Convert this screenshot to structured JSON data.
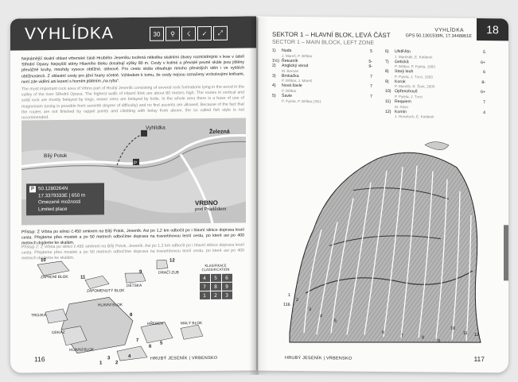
{
  "left": {
    "title": "VYHLÍDKA",
    "badges": [
      "30",
      "⚲",
      "☇",
      "✓",
      "⤢"
    ],
    "para_cz": "Nejnámější skalní oblast vrbenské části Hrubého Jeseníku tvořená několika skalními útvary rozmístěnými v lese v údolí Střední Opavy. Nejvyšší stěny Hlavního bloku dosahují výšky 80 m. Cesty v kolmé a převislé pevné skále jsou jištěny převážně kruhy, mnohdy vysoce obtížné, stěnové. Pro cestu skála obsahuje mnoho převislých stěn i ve vyšších obtížnostech. Z oblastní cesty pro jižní hrany včetně. Vzhledem k tomu, že cesty nejsou označeny vrcholovými knihami, není zde vidění ani lezení s horním jištěním „na rybu“.",
    "para_en": "The most important rock area of Vrbno part of Hrubý Jeseník consisting of several rock formations lying in the wood in the valley of the river Střední Opava. The highest walls of Hlavní blok are about 80 meters high. The routes in vertical and solid rock are mostly belayed by rings, newer ones are belayed by bolts. In the whole area there is a base of use of magnesium (using is possible from seventh degree of difficulty) and no first ascents are allowed. Because of the fact that the routes are not finished by rappel points and climbing with belay from above, the so called fish style is not recommended.",
    "map": {
      "labels": [
        "Vyhlídka",
        "Železná",
        "Bílý Potok",
        "VRBNO",
        "pod Pradědem"
      ],
      "coord": [
        "50.1280264N",
        "17.3379333E | 650 m",
        "Omezené možnosti",
        "Limited place"
      ]
    },
    "approach_cz": "Přístup: Z Vrbna po silnici č.450 směrem na Bílý Potok, Jeseník. Asi po 1,2 km odbočit po i hlavní silnice doprava lesní cesta. Přejdeme přes mostek a po 50 metrech odbočíme doprava na travertinovou lesní cestu, po které asi po 400 metrech dojdeme ke skalám.",
    "approach_en": "Přístup 2: Z Vrbna po silnici č.450 směrem na Bílý Potok, Jeseník. Asi po 1,2 km odbočit po i hlavní silnice doprava lesní cesta. Přejdeme přes mostek a po 50 metrech odbočíme doprava na travertinovou lesní cestu, po které asi po 400 metrech dojdeme ke skalám.",
    "diagram_labels": [
      "ZÁPADNÍ BLOK",
      "ZAPOMENUTÝ BLOK",
      "DĚTSKÁ",
      "DRAČÍ ZUB",
      "HLAVNÍ BLOK",
      "TROJKA",
      "ODKAZ",
      "HŘEBEN",
      "MALÝ BLOK",
      "HLAVNÍ BLOK"
    ],
    "diagram_numbers": [
      "10",
      "11",
      "9",
      "12",
      "8",
      "7",
      "6",
      "5",
      "4",
      "3",
      "2",
      "1"
    ],
    "legend_title": "KLASIFIKACE CLASSIFICATION",
    "legend_grid": [
      "4",
      "5",
      "6",
      "7",
      "8",
      "9",
      "1",
      "2",
      "3"
    ],
    "page_number": "116",
    "footer": "HRUBÝ JESENÍK | VRBENSKO"
  },
  "right": {
    "header_label": "VYHLÍDKA",
    "gps": "GPS 50.1301539N, 17.3448961E",
    "page_box": "18",
    "sector_cz": "SEKTOR 1 – HLAVNÍ BLOK, LEVÁ ČÁST",
    "sector_en": "SECTOR 1 – MAIN BLOCK, LEFT ZONE",
    "routes_left": [
      {
        "n": "1)",
        "name": "Nuda",
        "grade": "5",
        "auth": "J. Mareš, P. Bělbar"
      },
      {
        "n": "1½)",
        "name": "Řetozník",
        "grade": "5-",
        "auth": ""
      },
      {
        "n": "2)",
        "name": "Anglický vkrod",
        "grade": "9-",
        "auth": "M. Bernan"
      },
      {
        "n": "3)",
        "name": "Brnkačka",
        "grade": "7",
        "auth": "P. Bělbar, J. Mareš"
      },
      {
        "n": "4)",
        "name": "Nová šavle",
        "grade": "7",
        "auth": "P. Bělbar"
      },
      {
        "n": "5)",
        "name": "Šavle",
        "grade": "7",
        "auth": "P. Pylela, P. Bělbar,1951"
      }
    ],
    "routes_right": [
      {
        "n": "6)",
        "name": "UNIFÁto",
        "grade": "5",
        "auth": "J. Martinák, E. Kotlárek"
      },
      {
        "n": "7)",
        "name": "Getická",
        "grade": "6+",
        "auth": "P. Bělbar, P. Pylela, 1993"
      },
      {
        "n": "8)",
        "name": "Starý leuh",
        "grade": "6",
        "auth": "P. Pylela, J. Tvrzí, 1993"
      },
      {
        "n": "9)",
        "name": "Korok",
        "grade": "8-",
        "auth": "P. Menčík, R. Šrek, 2005"
      },
      {
        "n": "10)",
        "name": "Opřenohouš",
        "grade": "6+",
        "auth": "P. Pylela, J. Tvrzí"
      },
      {
        "n": "11)",
        "name": "Requiem",
        "grade": "7",
        "auth": "M. Sihor"
      },
      {
        "n": "12)",
        "name": "Komín",
        "grade": "4",
        "auth": "J. Hendrych, E. Kotlárek"
      }
    ],
    "rock_labels": [
      "1",
      "116",
      "2",
      "3",
      "4",
      "5",
      "6",
      "7",
      "8",
      "9",
      "10",
      "11",
      "12"
    ],
    "page_number": "117",
    "footer": "HRUBÝ JESENÍK | VRBENSKO"
  }
}
